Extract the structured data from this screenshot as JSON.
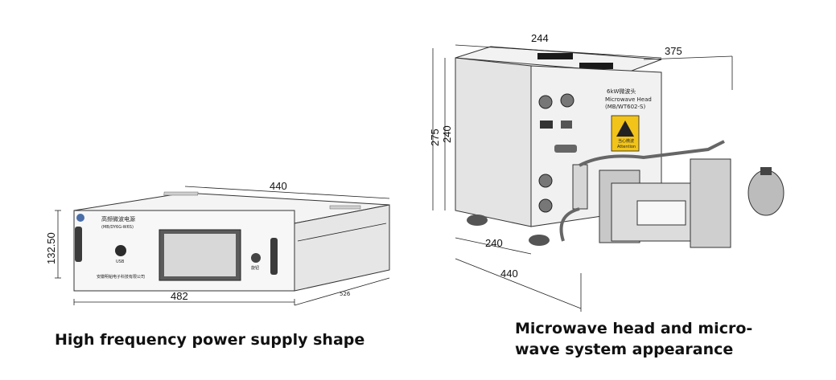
{
  "power_supply": {
    "dimensions": {
      "width": "440",
      "front_width": "482",
      "height": "132.50",
      "depth": "526"
    },
    "title_cn": "高频微波电源",
    "model": "(MB/DY6G-W6S)",
    "usb_label": "USB",
    "knob_label": "旋钮",
    "company": "安徽明韬电子科技有限公司",
    "caption": "High frequency power supply shape"
  },
  "microwave_head": {
    "dimensions": {
      "top_width": "244",
      "total_length": "375",
      "height_outer": "275",
      "height_inner": "240",
      "base_depth": "240",
      "base_length": "440"
    },
    "label_power": "6kW微波头",
    "label_name": "Microwave Head",
    "label_model": "(MB/WT602-S)",
    "warning_cn": "当心微波",
    "warning_en": "Attention",
    "caption_line1": "Microwave head and micro-",
    "caption_line2": "wave system appearance"
  }
}
